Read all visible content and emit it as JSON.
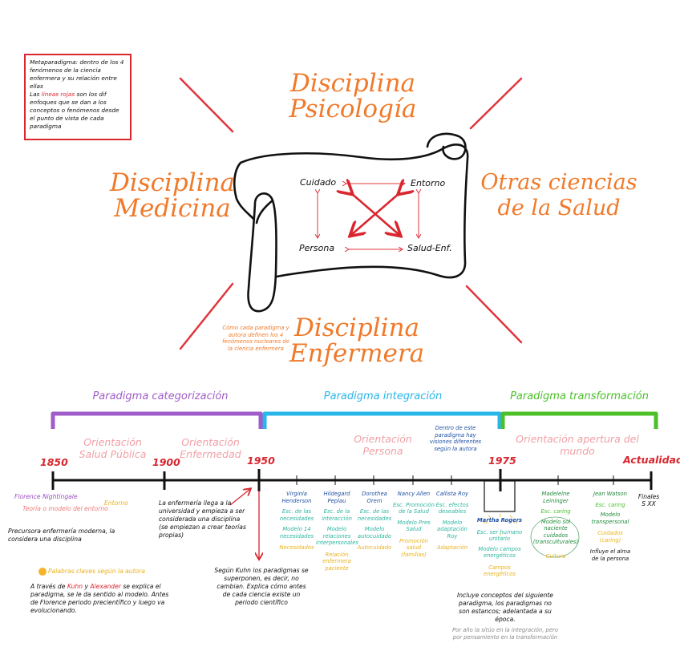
{
  "metaparadigm": {
    "line1": "Metaparadigma: dentro de los 4 fenómenos de la ciencia enfermera y su relación entre ellas",
    "line2_prefix": "Las ",
    "line2_red": "líneas rojas",
    "line2_rest": " son los dif enfoques que se dan a los conceptos o fenómenos desde el punto de vista de cada paradigma"
  },
  "disciplines": {
    "psicologia": [
      "Disciplina",
      "Psicología"
    ],
    "medicina": [
      "Disciplina",
      "Medicina"
    ],
    "otras": [
      "Otras ciencias",
      "de la Salud"
    ],
    "enfermera": [
      "Disciplina",
      "Enfermera"
    ]
  },
  "scroll_nodes": {
    "cuidado": "Cuidado",
    "entorno": "Entorno",
    "persona": "Persona",
    "salud": "Salud-Enf."
  },
  "scroll_note": "Cómo cada paradigma y autora definen los 4 fenómenos nucleares de la ciencia enfermera",
  "paradigms": [
    {
      "label": "Paradigma categorización",
      "color": "#a05cc8"
    },
    {
      "label": "Paradigma integración",
      "color": "#29b6e8"
    },
    {
      "label": "Paradigma transformación",
      "color": "#4cbf2a"
    }
  ],
  "integration_note": "Dentro de este paradigma hay visiones diferentes según la autora",
  "orientations": {
    "salud_publica": "Orientación Salud Pública",
    "enfermedad": "Orientación Enfermedad",
    "persona": "Orientación Persona",
    "apertura": "Orientación apertura del mundo"
  },
  "years": {
    "y1850": "1850",
    "y1900": "1900",
    "y1950": "1950",
    "y1975": "1975",
    "actualidad": "Actualidad",
    "finales": "Finales S XX"
  },
  "nightingale": {
    "name": "Florence Nightingale",
    "theory": "Teoría o modelo del entorno",
    "concept": "Entorno",
    "note": "Precursora enfermería moderna, la considera una disciplina"
  },
  "univ_note": "La enfermería llega a la universidad y empieza a ser considerada una disciplina (se empiezan a crear teorías propias)",
  "kuhn_note": "Según Kuhn los paradigmas se superponen, es decir, no cambian. Explica cómo antes de cada ciencia existe un periodo científico",
  "keywords": {
    "title": "Palabras claves según la autora",
    "text_prefix": "A través de ",
    "kuhn": "Kuhn",
    "text_mid": " y ",
    "alexander": "Alexander",
    "text_rest": " se explica el paradigma, se le da sentido al modelo. Antes de Florence periodo precientífico y luego va evolucionando."
  },
  "authors": [
    {
      "name": "Virginia Henderson",
      "school": "Esc. de las necesidades",
      "model": "Modelo 14 necesidades",
      "key": "Necesidades"
    },
    {
      "name": "Hildegard Peplau",
      "school": "Esc. de la interacción",
      "model": "Modelo relaciones interpersonales",
      "key": "Relación enfermera paciente"
    },
    {
      "name": "Dorothea Orem",
      "school": "Esc. de las necesidades",
      "model": "Modelo autocuidado",
      "key": "Autocuidado"
    },
    {
      "name": "Nancy Allen",
      "school": "Esc. Promoción de la Salud",
      "model": "Modelo Pres Salud",
      "key": "Promoción salud (familias)"
    },
    {
      "name": "Callista Roy",
      "school": "Esc. efectos deseables",
      "model": "Modelo adaptación Roy",
      "key": "Adaptación"
    }
  ],
  "rogers": {
    "name": "Martha Rogers",
    "school": "Esc. ser humano unitario",
    "model": "Modelo campos energéticos",
    "key": "Campos energéticos",
    "note": "Incluye conceptos del siguiente paradigma, los paradigmas no son estancos; adelantada a su época.",
    "note2": "Por año la sitúo en la integración, pero por pensamiento en la transformación"
  },
  "transform_authors": [
    {
      "name": "Madeleine Leininger",
      "school": "Esc. caring",
      "model": "Modelo sol naciente cuidados (transculturales)",
      "key": "Cultura"
    },
    {
      "name": "Jean Watson",
      "school": "Esc. caring",
      "model": "Modelo transpersonal",
      "key": "Cuidados (caring)",
      "note": "Influye el alma de la persona"
    }
  ]
}
